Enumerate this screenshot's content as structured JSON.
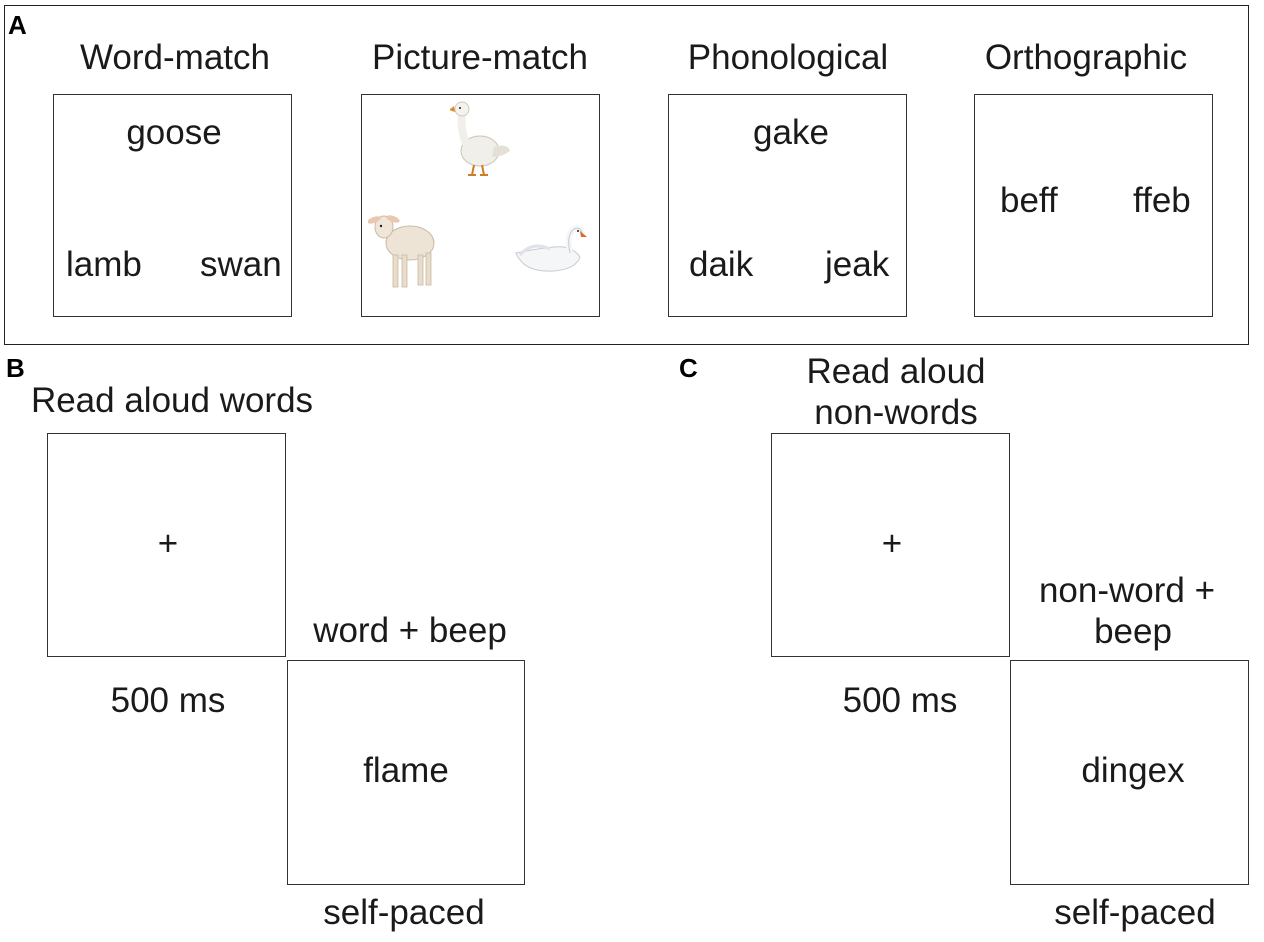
{
  "panels": {
    "a": {
      "letter": "A",
      "tasks": [
        {
          "title": "Word-match",
          "target": "goose",
          "left_option": "lamb",
          "right_option": "swan"
        },
        {
          "title": "Picture-match",
          "images": [
            "goose",
            "lamb",
            "swan"
          ]
        },
        {
          "title": "Phonological",
          "target": "gake",
          "left_option": "daik",
          "right_option": "jeak"
        },
        {
          "title": "Orthographic",
          "left_option": "beff",
          "right_option": "ffeb"
        }
      ]
    },
    "b": {
      "letter": "B",
      "title": "Read aloud words",
      "fixation": "+",
      "fixation_duration": "500 ms",
      "stimulus_label": "word + beep",
      "stimulus": "flame",
      "stimulus_duration": "self-paced"
    },
    "c": {
      "letter": "C",
      "title_line1": "Read aloud",
      "title_line2": "non-words",
      "fixation": "+",
      "fixation_duration": "500 ms",
      "stimulus_label_line1": "non-word +",
      "stimulus_label_line2": "beep",
      "stimulus": "dingex",
      "stimulus_duration": "self-paced"
    }
  }
}
